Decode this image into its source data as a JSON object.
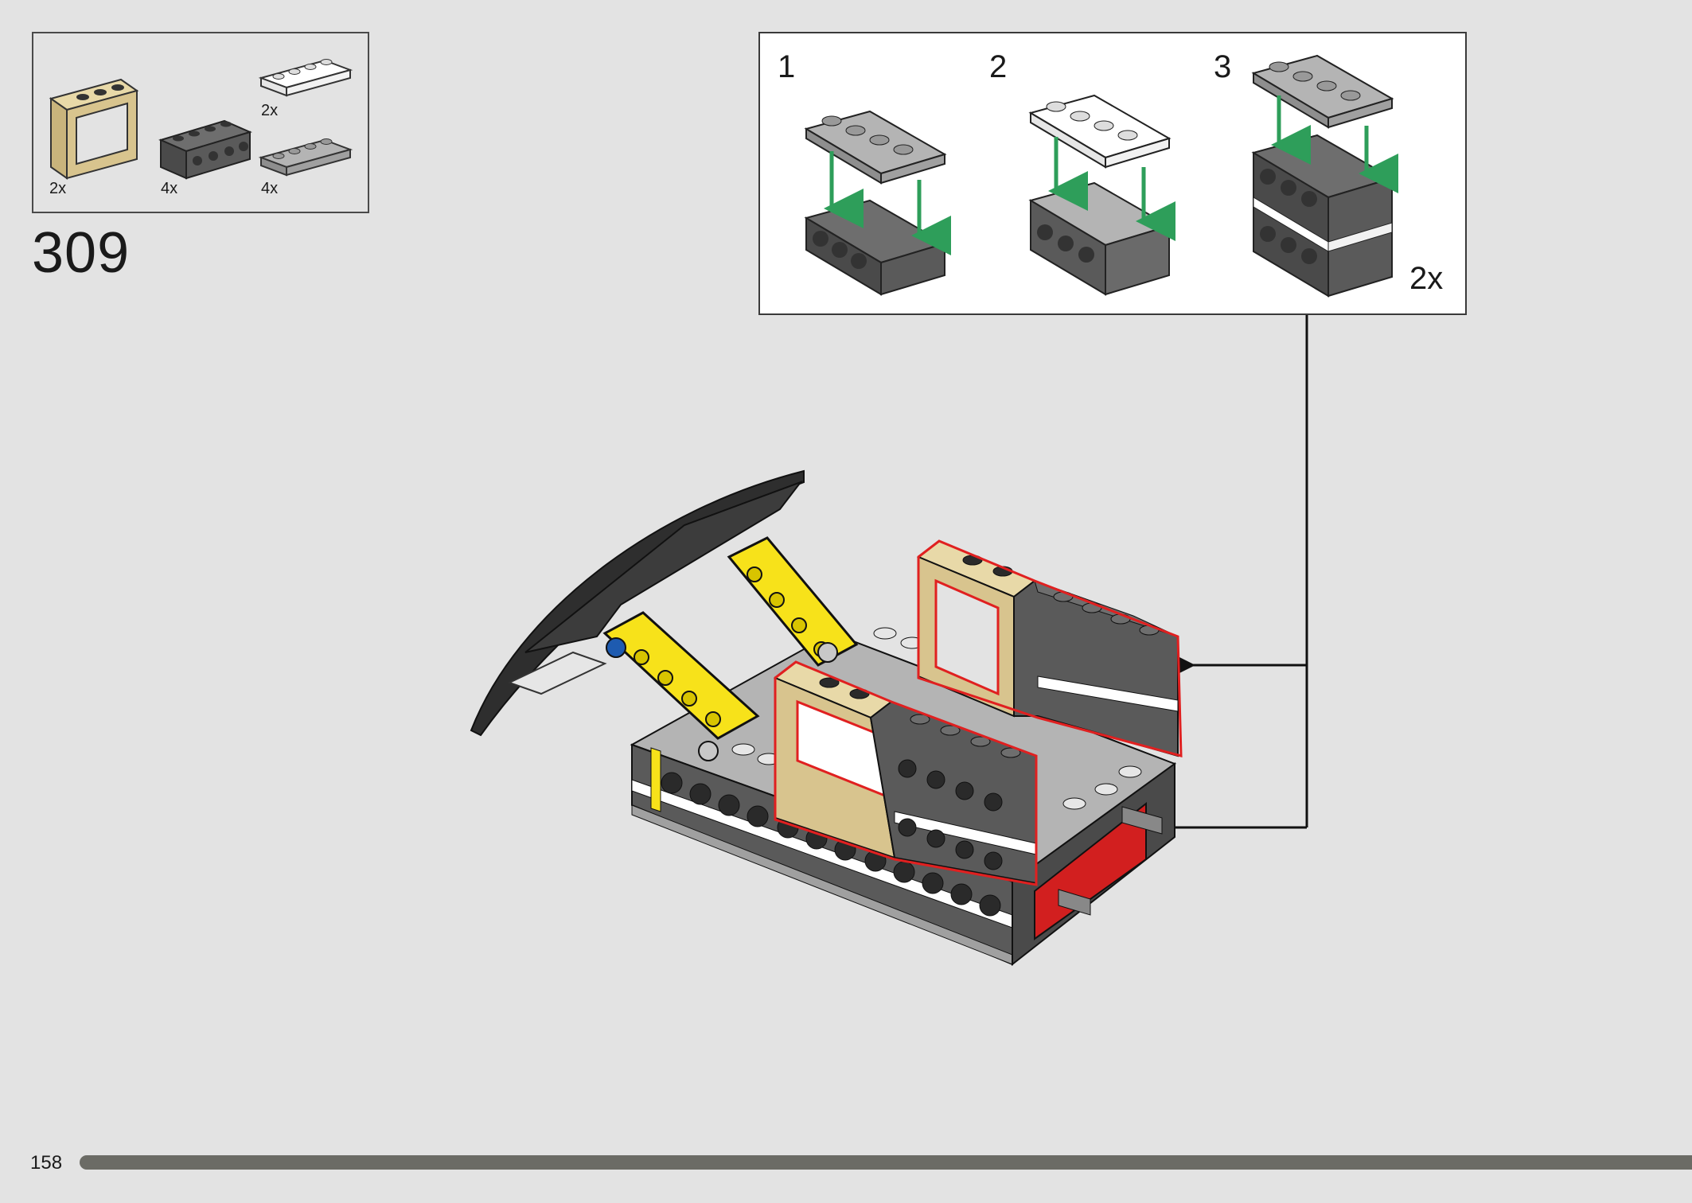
{
  "step": {
    "number": "309"
  },
  "parts_list": [
    {
      "name": "tan-window-frame",
      "qty": "2x"
    },
    {
      "name": "dark-gray-brick-1x4-side-studs",
      "qty": "4x"
    },
    {
      "name": "white-plate-1x4",
      "qty": "2x"
    },
    {
      "name": "light-gray-plate-1x4",
      "qty": "4x"
    }
  ],
  "substeps": [
    {
      "label": "1"
    },
    {
      "label": "2"
    },
    {
      "label": "3",
      "multiplier": "2x"
    }
  ],
  "page": {
    "number": "158"
  },
  "colors": {
    "background": "#e3e3e3",
    "tan": "#d8c48e",
    "dark_gray": "#5a5a5a",
    "light_gray": "#a8a8a8",
    "black": "#2a2a2a",
    "yellow": "#f7e21a",
    "red": "#d21f1f",
    "arrow_green": "#2e9e5a",
    "highlight_red": "#e02020"
  },
  "icons": [
    "assembly-arrow-icon",
    "placement-arrow-icon"
  ]
}
